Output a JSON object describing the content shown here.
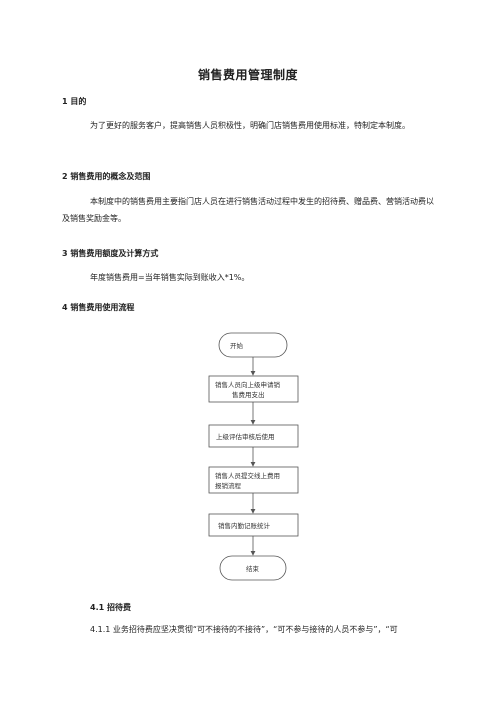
{
  "title": "销售费用管理制度",
  "section1": {
    "heading": "1  目的",
    "body": "为了更好的服务客户，提高销售人员积极性，明确门店销售费用使用标准，特制定本制度。"
  },
  "section2": {
    "heading": "2  销售费用的概念及范围",
    "body": "本制度中的销售费用主要指门店人员在进行销售活动过程中发生的招待费、赠品费、营销活动费以及销售奖励金等。"
  },
  "section3": {
    "heading": "3  销售费用额度及计算方式",
    "body": "年度销售费用=当年销售实际到账收入*1%。"
  },
  "section4": {
    "heading": "4  销售费用使用流程"
  },
  "flowchart": {
    "start": "开始",
    "step1_line1": "销售人员向上级申请销",
    "step1_line2": "售费用支出",
    "step2": "上级评估审核后使用",
    "step3_line1": "销售人员提交线上费用",
    "step3_line2": "报销流程",
    "step4": "销售内勤记账统计",
    "end": "结束"
  },
  "section41": {
    "heading": "4.1  招待费",
    "body": "4.1.1  业务招待费应坚决贯彻“可不接待的不接待”，“可不参与接待的人员不参与”，“可"
  }
}
